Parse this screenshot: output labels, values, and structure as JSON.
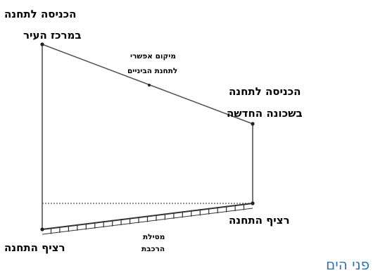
{
  "labels": {
    "city_entrance_line1": "הכניסה לתחנה",
    "city_entrance_line2": "במרכז העיר",
    "intermediate_line1": "מיקום אפשרי",
    "intermediate_line2": "לתחנת הביניים",
    "new_entrance_line1": "הכניסה לתחנה",
    "new_entrance_line2": "בשכונה החדשה",
    "platform_left": "רציף התחנה",
    "platform_right": "רציף התחנה",
    "track_line1": "מסילת",
    "track_line2": "הרכבת",
    "sea_level": "פני הים"
  },
  "colors": {
    "line": "#555555",
    "text": "#000000",
    "sea_text": "#2e75b6"
  }
}
